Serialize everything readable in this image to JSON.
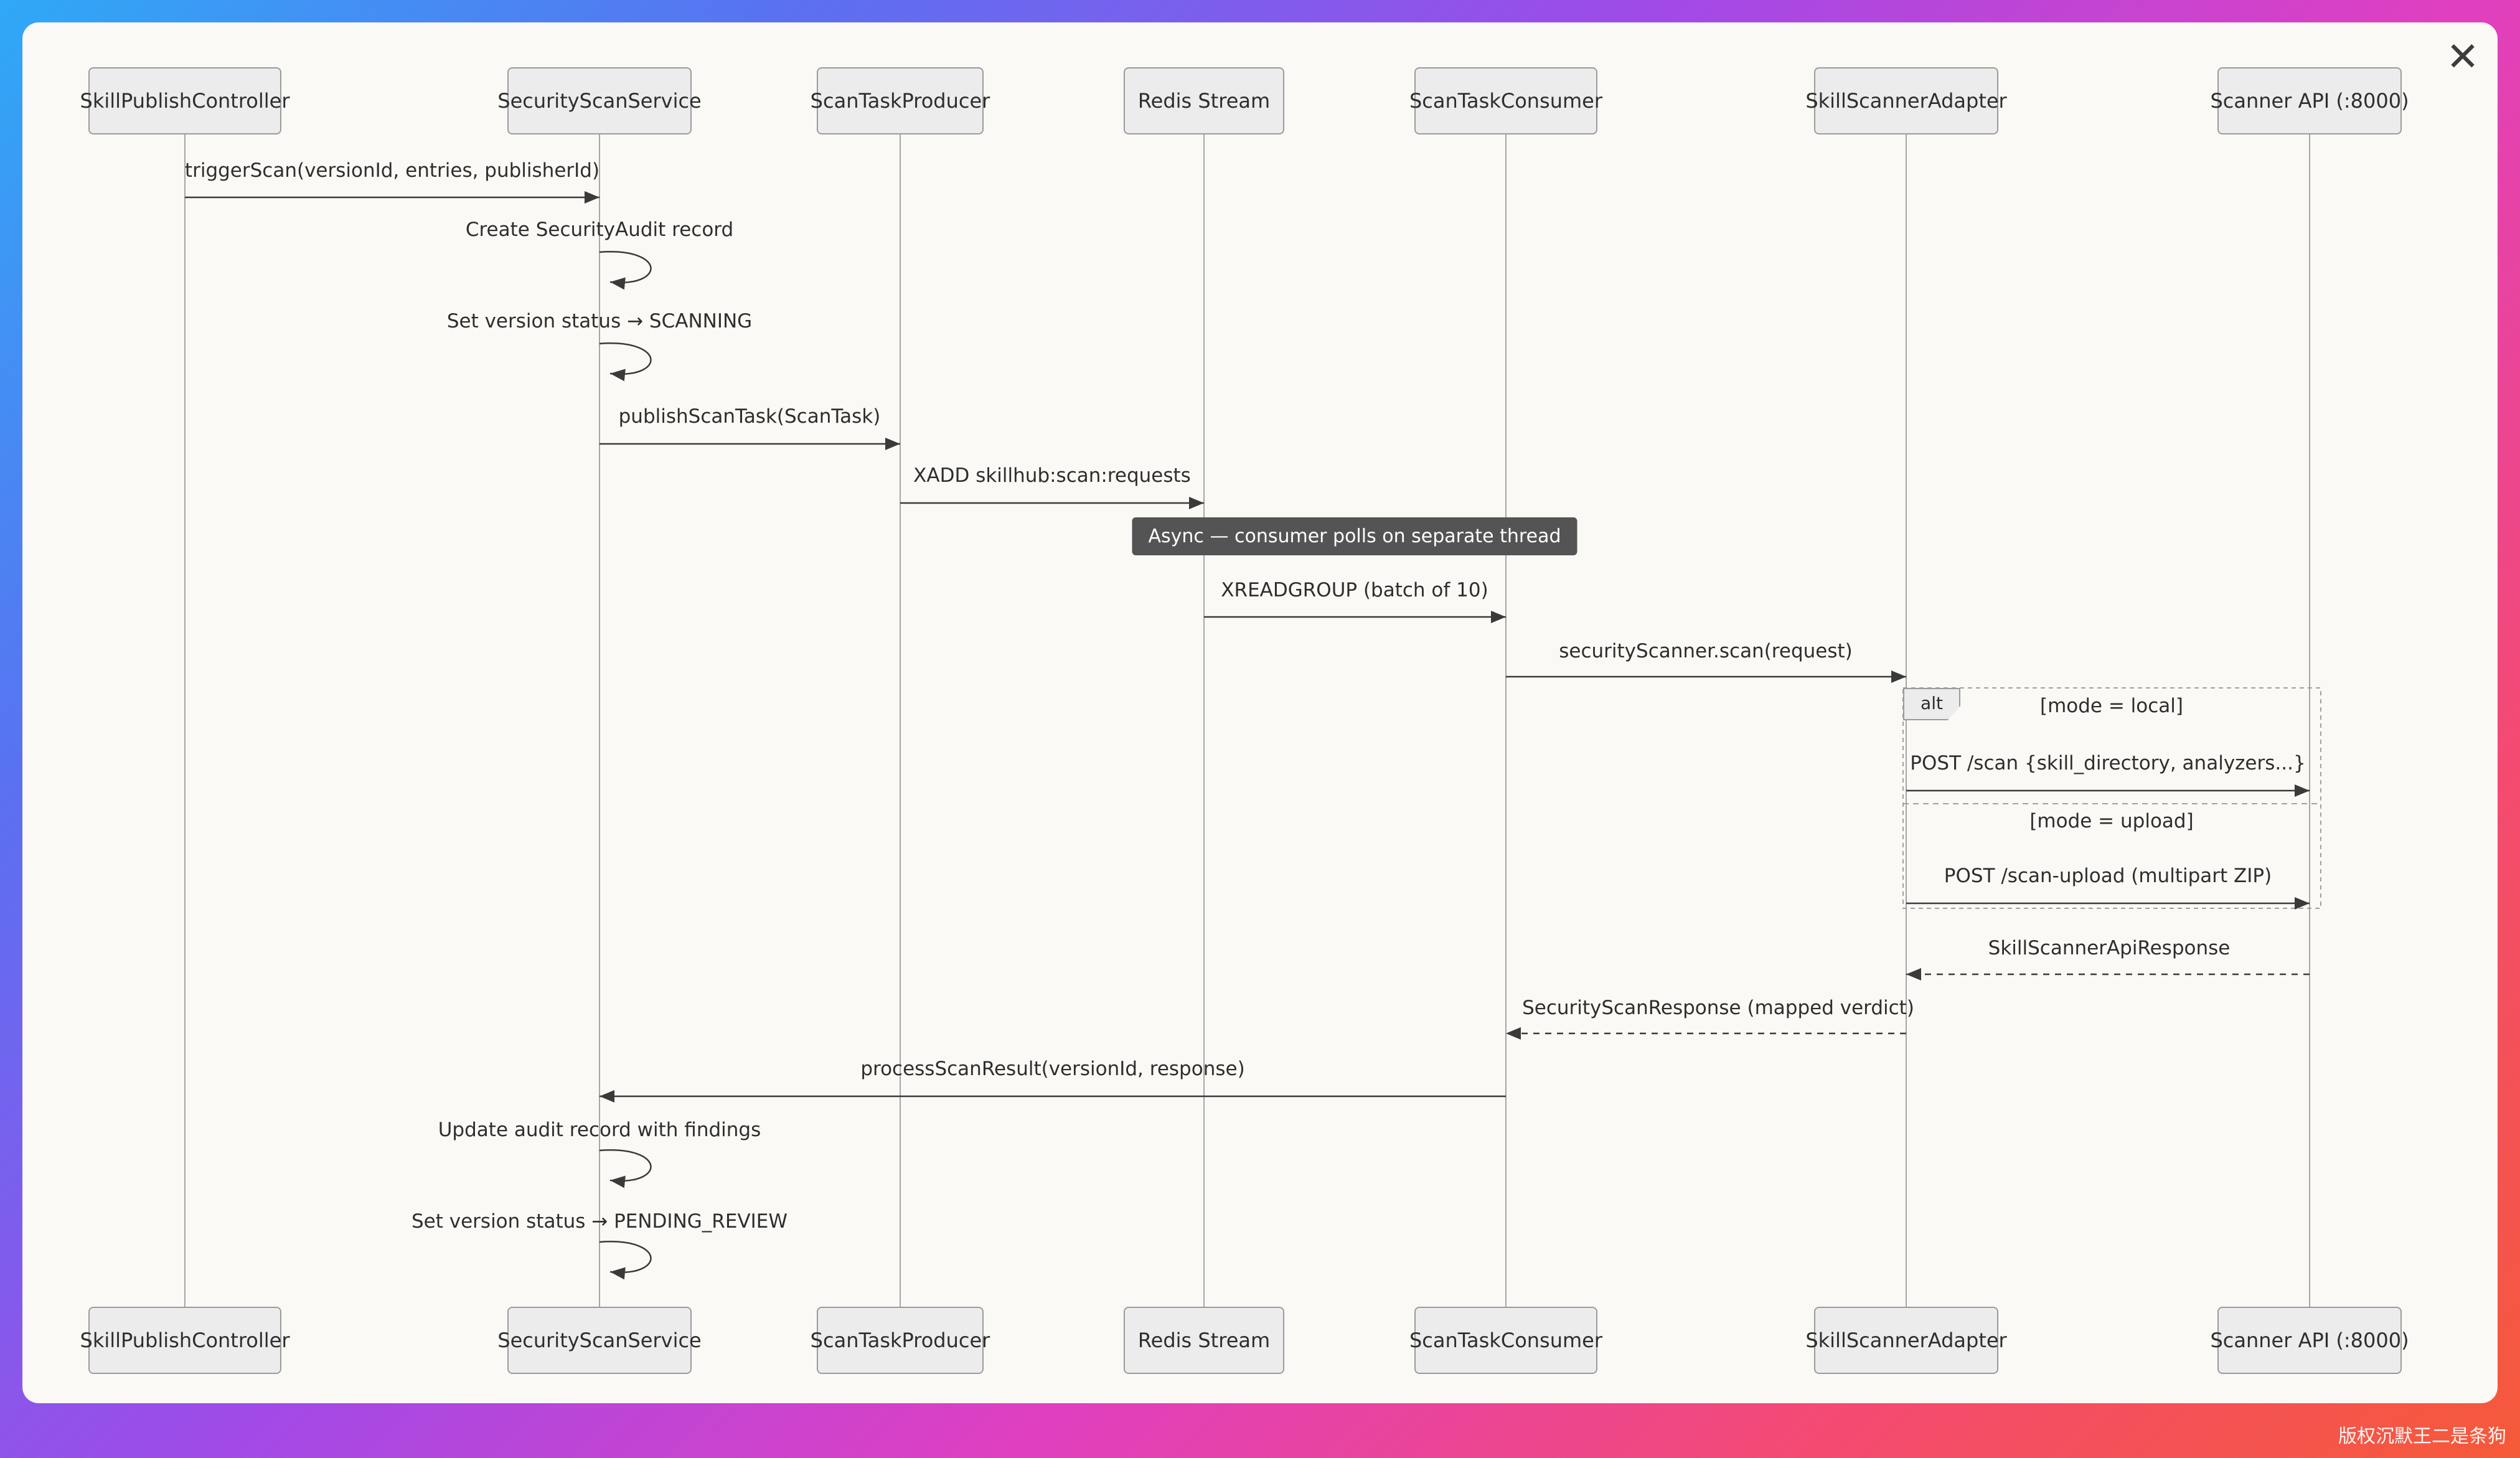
{
  "window": {
    "close": "✕",
    "watermark": "版权沉默王二是条狗"
  },
  "colors": {
    "border_gradient_start": "#2fa9f6",
    "border_gradient_mid": "#e03fc0",
    "border_gradient_end": "#f55a38",
    "panel_bg": "#faf9f5",
    "actor_fill": "#ececec",
    "actor_border": "#9b9b9b",
    "note_fill": "#545454",
    "note_text": "#ffffff",
    "arrow_color": "#3a3a3a",
    "text_color": "#2e2e2e"
  },
  "participants": [
    {
      "label": "SkillPublishController"
    },
    {
      "label": "SecurityScanService"
    },
    {
      "label": "ScanTaskProducer"
    },
    {
      "label": "Redis Stream"
    },
    {
      "label": "ScanTaskConsumer"
    },
    {
      "label": "SkillScannerAdapter"
    },
    {
      "label": "Scanner API (:8000)"
    }
  ],
  "messages": {
    "trigger_scan": "triggerScan(versionId, entries, publisherId)",
    "create_audit": "Create SecurityAudit record",
    "status_scanning": "Set version status → SCANNING",
    "publish_task": "publishScanTask(ScanTask)",
    "xadd": "XADD skillhub:scan:requests",
    "xreadgroup": "XREADGROUP (batch of 10)",
    "scan_request": "securityScanner.scan(request)",
    "post_scan": "POST /scan {skill_directory, analyzers...}",
    "post_scan_upload": "POST /scan-upload (multipart ZIP)",
    "api_response": "SkillScannerApiResponse",
    "scan_response": "SecurityScanResponse (mapped verdict)",
    "process_result": "processScanResult(versionId, response)",
    "update_audit": "Update audit record with findings",
    "status_pending": "Set version status → PENDING_REVIEW"
  },
  "note": {
    "text": "Async — consumer polls on separate thread"
  },
  "alt_frame": {
    "label": "alt",
    "condition_local": "[mode = local]",
    "condition_upload": "[mode = upload]"
  }
}
